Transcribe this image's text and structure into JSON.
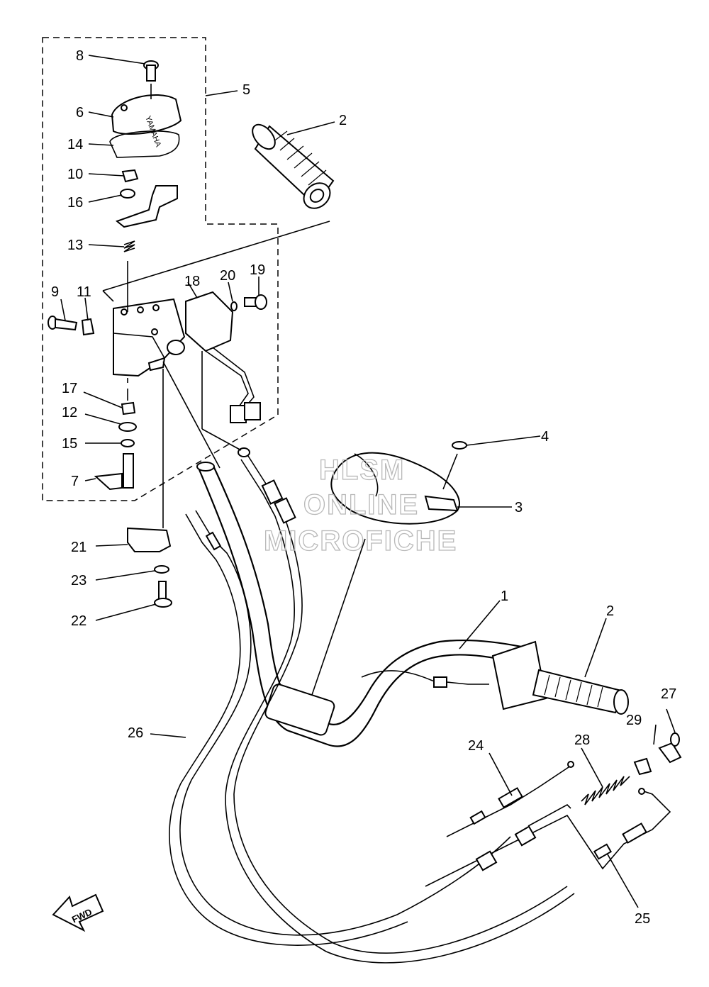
{
  "callouts": [
    "1",
    "2",
    "2",
    "3",
    "4",
    "5",
    "6",
    "7",
    "8",
    "9",
    "10",
    "11",
    "12",
    "13",
    "14",
    "15",
    "16",
    "17",
    "18",
    "19",
    "20",
    "21",
    "22",
    "23",
    "24",
    "25",
    "26",
    "27",
    "28",
    "29"
  ],
  "watermark": [
    "HLSM",
    "ONLINE",
    "MICROFICHE"
  ],
  "direction_arrow": "FWD",
  "logo_text": "YAMAHA"
}
